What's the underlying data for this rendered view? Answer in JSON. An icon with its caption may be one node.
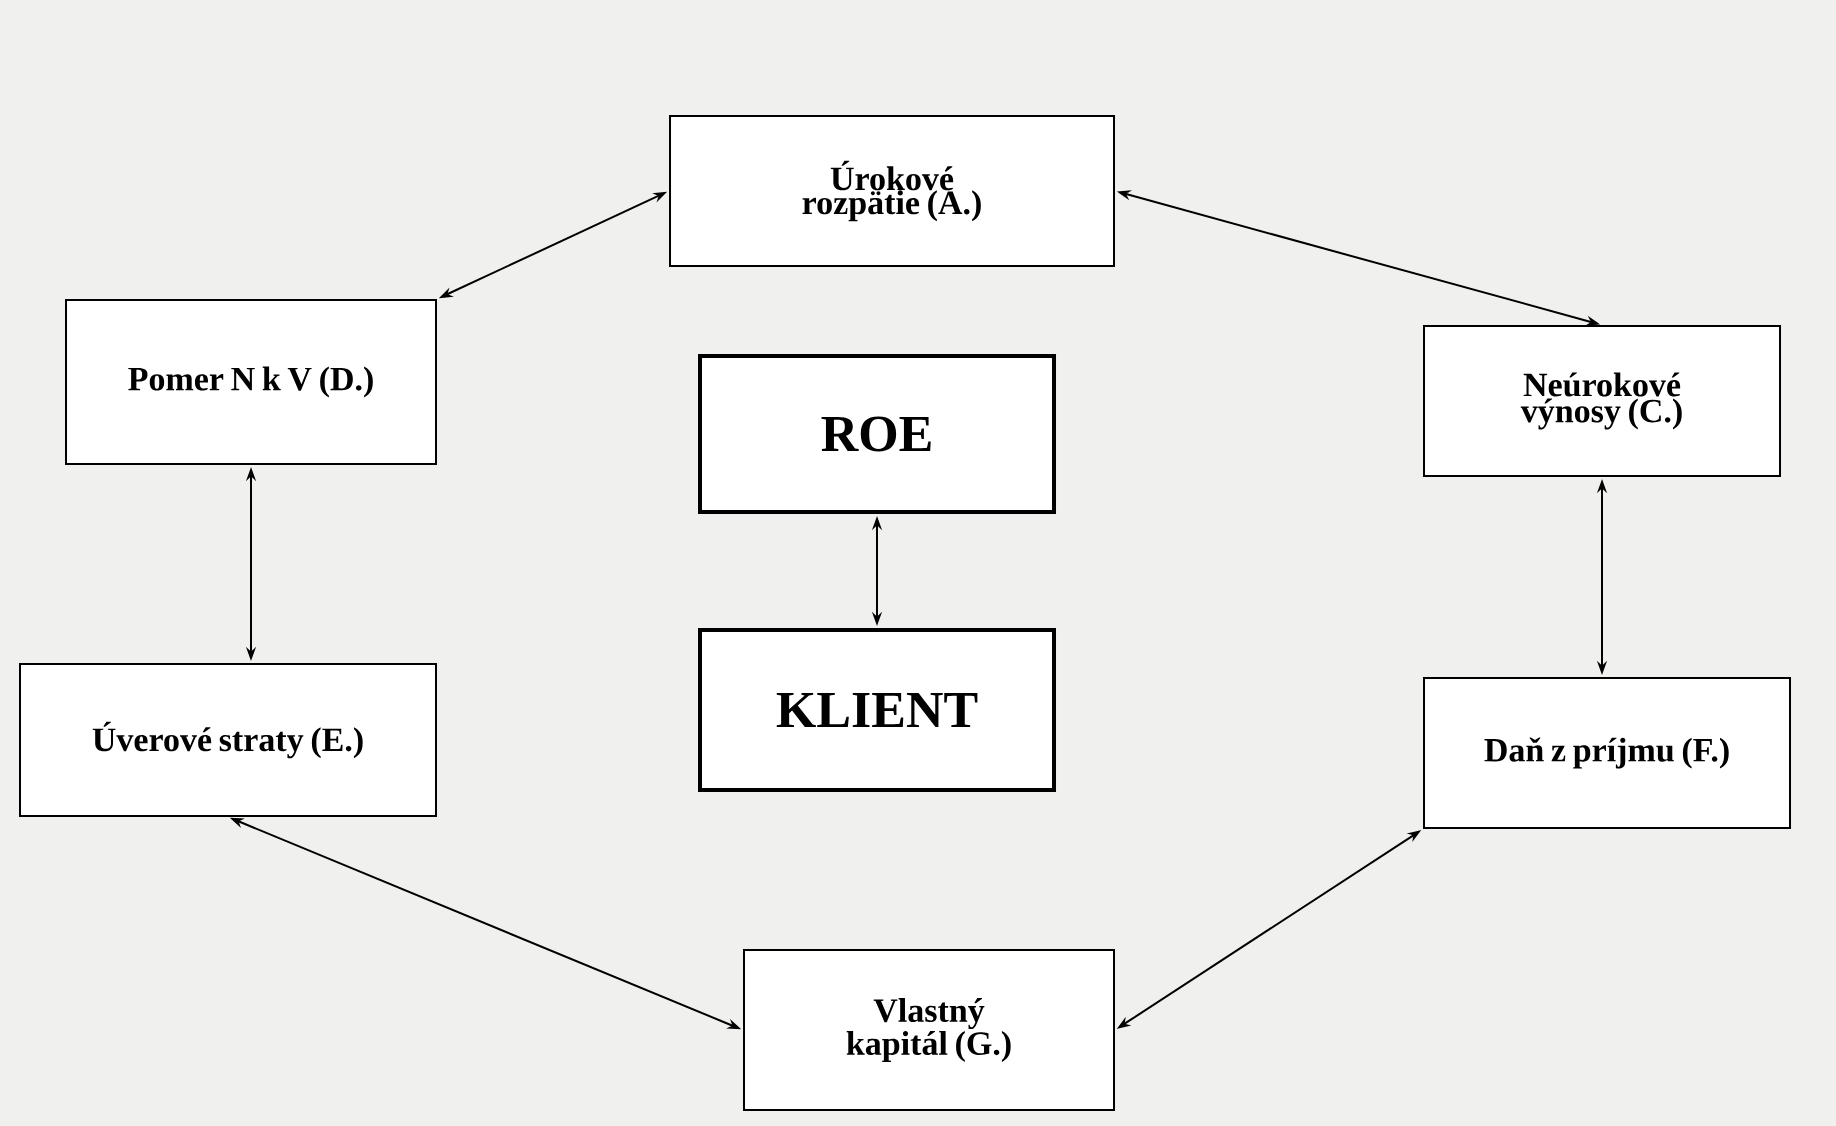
{
  "diagram": {
    "nodes": [
      {
        "text": [
          "Úrokové rozpätie (A.)"
        ]
      },
      {
        "text": [
          "Pomer N k V (D.)"
        ]
      },
      {
        "text": [
          "ROE"
        ]
      },
      {
        "text": [
          "Neúrokové výnosy (C.)"
        ]
      },
      {
        "text": [
          "KLIENT"
        ]
      },
      {
        "text": [
          "Úverové straty (E.)"
        ]
      },
      {
        "text": [
          "Daň z príjmu (F.)"
        ]
      },
      {
        "text": [
          "Vlastný kapitál (G.)"
        ]
      }
    ],
    "edges": [
      {
        "from": 0,
        "to": 1,
        "arrow": "both"
      },
      {
        "from": 0,
        "to": 3,
        "arrow": "both"
      },
      {
        "from": 1,
        "to": 5,
        "arrow": "both"
      },
      {
        "from": 3,
        "to": 6,
        "arrow": "both"
      },
      {
        "from": 2,
        "to": 4,
        "arrow": "both"
      },
      {
        "from": 5,
        "to": 7,
        "arrow": "both"
      },
      {
        "from": 6,
        "to": 7,
        "arrow": "both"
      }
    ]
  }
}
